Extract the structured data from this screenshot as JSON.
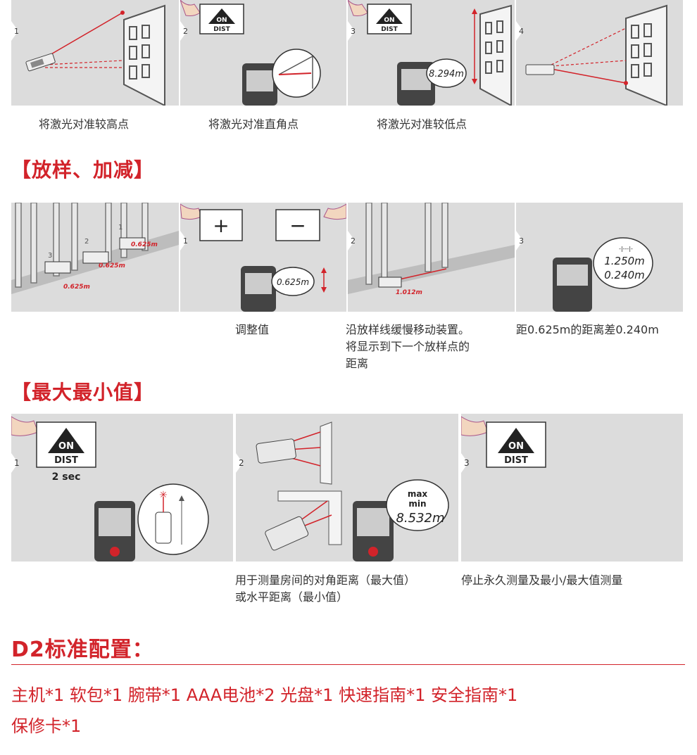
{
  "section1": {
    "captions": [
      "将激光对准较高点",
      "将激光对准直角点",
      "将激光对准较低点"
    ],
    "steps": [
      "1",
      "2",
      "3",
      "4"
    ],
    "button_line1": "ON",
    "button_line2": "DIST",
    "display_value": "8.294m"
  },
  "section2": {
    "title": "【放样、加减】",
    "steps": [
      "1",
      "2",
      "3"
    ],
    "stake_labels": [
      "3",
      "2",
      "1"
    ],
    "stake_value": "0.625m",
    "plus_sign": "+",
    "minus_sign": "−",
    "display_value": "0.625m",
    "moved_value": "1.012m",
    "display_dash": "-|---|-",
    "display_line1": "1.250m",
    "display_line2": "0.240m",
    "captions": {
      "adjust": "调整值",
      "move": [
        "沿放样线缓慢移动装置。",
        "将显示到下一个放样点的",
        "距离"
      ],
      "distance": "距0.625m的距离差0.240m"
    }
  },
  "section3": {
    "title": "【最大最小值】",
    "steps": [
      "1",
      "2",
      "3"
    ],
    "button_line1": "ON",
    "button_line2": "DIST",
    "hold_text": "2 sec",
    "display_max": "max",
    "display_min": "min",
    "display_value": "8.532m",
    "captions": {
      "diagonal": [
        "用于测量房间的对角距离（最大值）",
        "或水平距离（最小值）"
      ],
      "stop": "停止永久测量及最小/最大值测量"
    }
  },
  "config": {
    "title": "D2标准配置：",
    "line1": "主机*1 软包*1 腕带*1 AAA电池*2 光盘*1 快速指南*1 安全指南*1",
    "line2": "保修卡*1"
  },
  "colors": {
    "accent": "#d2232a",
    "panel_bg": "#dcdcdc",
    "text": "#333333"
  }
}
